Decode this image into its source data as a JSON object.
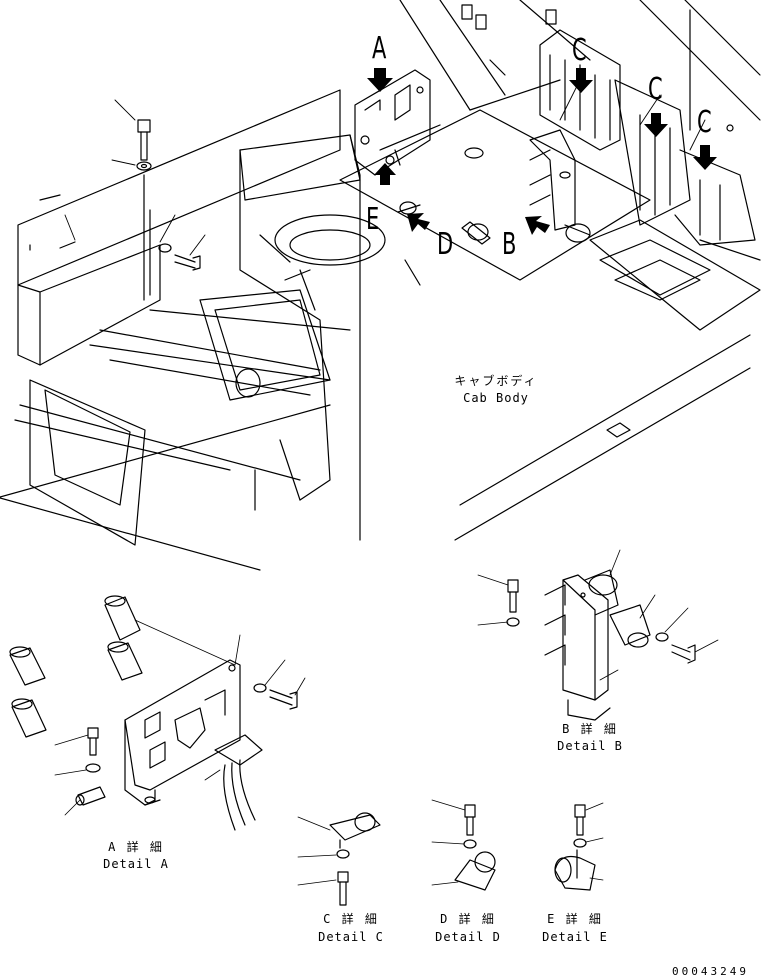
{
  "callouts": {
    "a": "A",
    "b": "B",
    "c": "C",
    "d": "D",
    "e": "E"
  },
  "cab_body": {
    "jp": "キャブボディ",
    "en": "Cab Body"
  },
  "details": {
    "a": {
      "jp": "A 詳 細",
      "en": "Detail A"
    },
    "b": {
      "jp": "B 詳 細",
      "en": "Detail B"
    },
    "c": {
      "jp": "C 詳 細",
      "en": "Detail C"
    },
    "d": {
      "jp": "D 詳 細",
      "en": "Detail D"
    },
    "e": {
      "jp": "E 詳 細",
      "en": "Detail E"
    }
  },
  "drawing_number": "00043249"
}
